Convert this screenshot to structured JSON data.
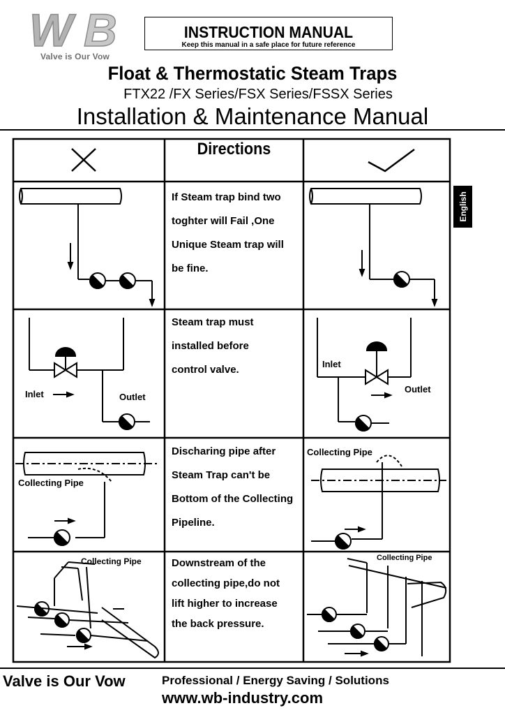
{
  "header": {
    "logo_text": "WB",
    "logo_tagline": "Valve is Our Vow",
    "manual_title": "INSTRUCTION MANUAL",
    "manual_note": "Keep this manual in a safe place for future reference",
    "title": "Float & Thermostatic Steam Traps",
    "series": "FTX22 /FX Series/FSX Series/FSSX Series",
    "subtitle": "Installation & Maintenance Manual"
  },
  "language_tab": "English",
  "table": {
    "header": {
      "wrong_symbol": "x-mark-icon",
      "directions": "Directions",
      "right_symbol": "check-mark-icon"
    },
    "rows": [
      {
        "lines": [
          "If Steam trap bind  two",
          "toghter will Fail ,One",
          "Unique Steam trap will",
          "be fine."
        ]
      },
      {
        "lines": [
          "Steam trap must",
          "installed before",
          "control valve."
        ],
        "wrong_labels": {
          "inlet": "Inlet",
          "outlet": "Outlet"
        },
        "right_labels": {
          "inlet": "Inlet",
          "outlet": "Outlet"
        }
      },
      {
        "lines": [
          "Discharing pipe after",
          "Steam Trap can't be",
          "Bottom of the Collecting",
          "Pipeline."
        ],
        "wrong_label": "Collecting Pipe",
        "right_label": "Collecting Pipe"
      },
      {
        "lines": [
          "Downstream of the",
          "collecting pipe,do not",
          "lift higher to increase",
          " the back pressure."
        ],
        "wrong_label": "Collecting Pipe",
        "right_label": "Collecting Pipe"
      }
    ]
  },
  "footer": {
    "slogan": "Valve is Our Vow",
    "tagline": "Professional / Energy Saving / Solutions",
    "website": "www.wb-industry.com"
  }
}
